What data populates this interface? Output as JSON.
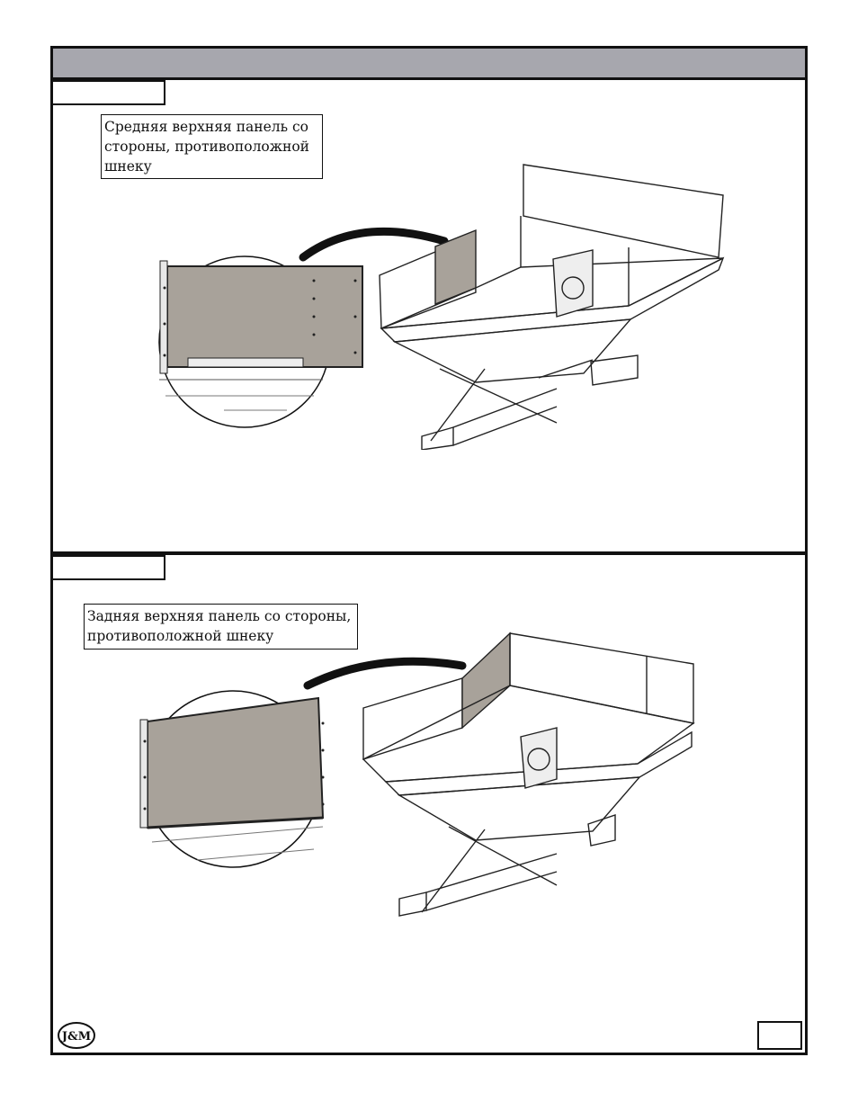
{
  "steps": [
    {
      "callout": "Средняя верхняя панель со стороны, противоположной шнеку"
    },
    {
      "callout": "Задняя верхняя панель со стороны, противоположной шнеку"
    }
  ],
  "logo": {
    "text": "J&M"
  },
  "colors": {
    "header": "#a7a7ae",
    "panel": "#a8a29a",
    "line": "#111111"
  }
}
